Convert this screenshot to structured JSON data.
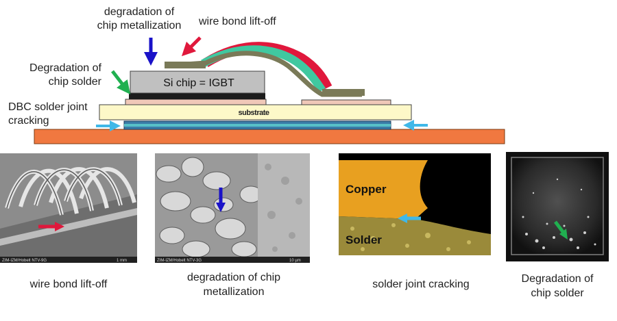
{
  "diagram": {
    "labels": {
      "degradation_chip_metallization_line1": "degradation of",
      "degradation_chip_metallization_line2": "chip metallization",
      "wire_bond_lift_off": "wire bond lift-off",
      "degradation_chip_solder_line1": "Degradation of",
      "degradation_chip_solder_line2": "chip solder",
      "dbc_solder_line1": "DBC solder joint",
      "dbc_solder_line2": "cracking"
    },
    "chip_label": "Si chip = IGBT",
    "substrate_label": "substrate",
    "colors": {
      "baseplate": "#f07840",
      "substrate": "#fdf8c8",
      "chip": "#c0c0c0",
      "arrow_blue": "#1a12c8",
      "arrow_red": "#e0183c",
      "arrow_green": "#20b050",
      "arrow_cyan": "#40b8e8"
    }
  },
  "photos": [
    {
      "caption": "wire bond lift-off",
      "footer": "ZIM-IZM/Hobelt   NTV-9G",
      "scale": "1 mm"
    },
    {
      "caption_line1": "degradation of chip",
      "caption_line2": "metallization",
      "footer": "ZIM-IZM/Hobelt   NTV-3G",
      "scale": "10 µm"
    },
    {
      "caption": "solder joint cracking",
      "label_top": "Copper",
      "label_bottom": "Solder"
    },
    {
      "caption_line1": "Degradation of",
      "caption_line2": "chip solder"
    }
  ]
}
